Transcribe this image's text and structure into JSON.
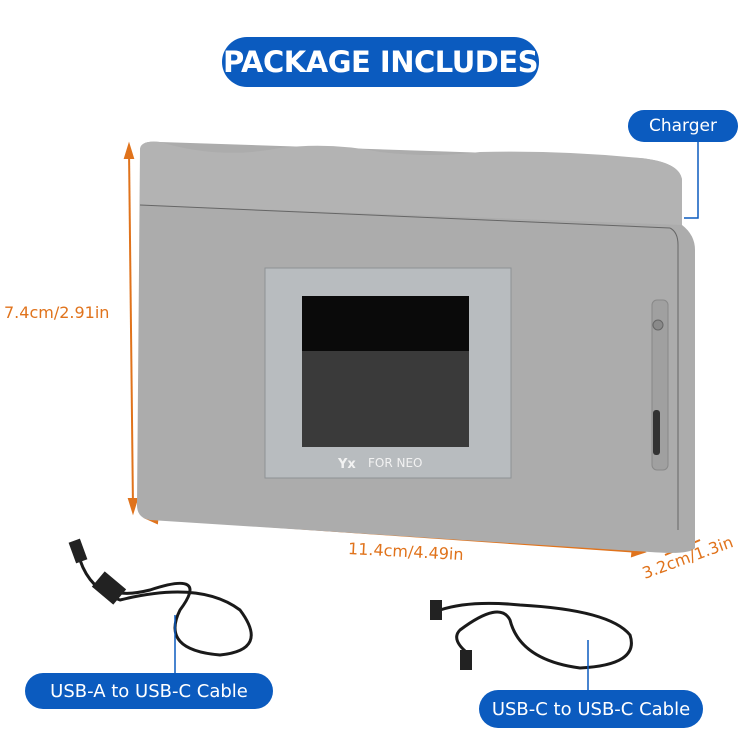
{
  "title": "PACKAGE INCLUDES",
  "labels": {
    "charger": "Charger",
    "cable_a": "USB-A to USB-C Cable",
    "cable_c": "USB-C to USB-C Cable"
  },
  "dimensions": {
    "height": "7.4cm/2.91in",
    "width": "11.4cm/4.49in",
    "depth": "3.2cm/1.3in"
  },
  "device_logo": {
    "brand_mark": "Yx",
    "text": "FOR NEO"
  },
  "colors": {
    "accent": "#0b5bbf",
    "dimension": "#e0731c",
    "device": "#a9a9a9"
  }
}
